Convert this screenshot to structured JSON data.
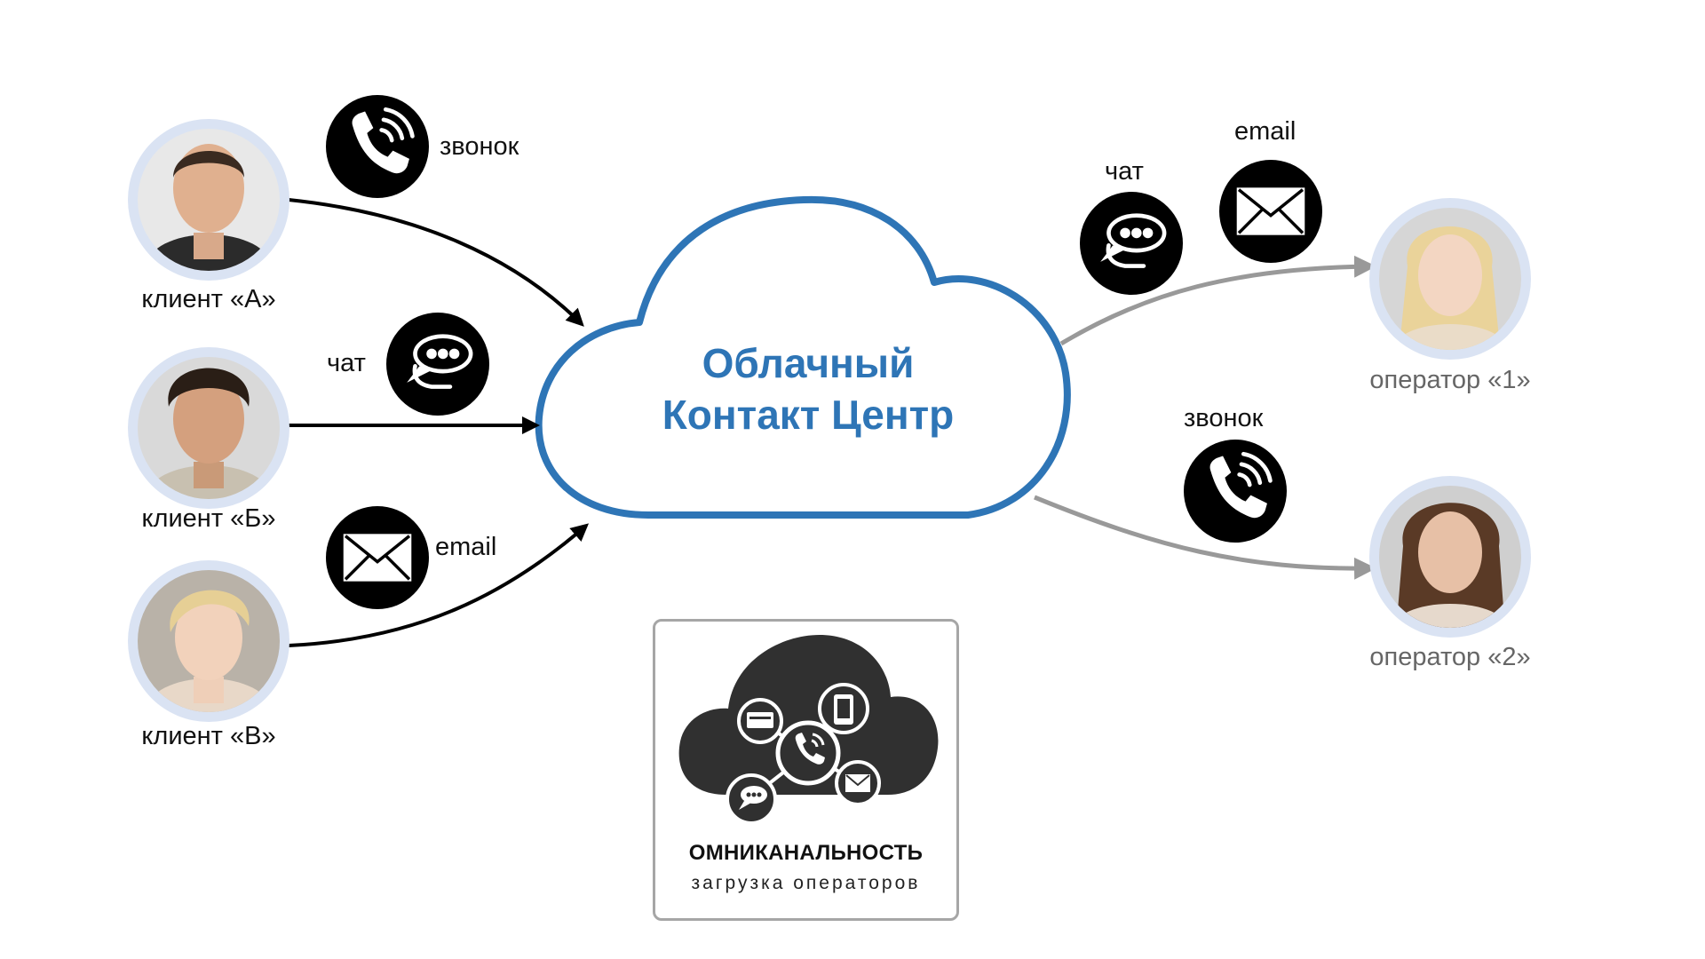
{
  "cloud": {
    "title_line1": "Облачный",
    "title_line2": "Контакт Центр",
    "stroke_color": "#2e75b6"
  },
  "clients": [
    {
      "label": "клиент «А»",
      "channel": "звонок",
      "channel_icon": "phone-icon"
    },
    {
      "label": "клиент «Б»",
      "channel": "чат",
      "channel_icon": "chat-icon"
    },
    {
      "label": "клиент «В»",
      "channel": "email",
      "channel_icon": "envelope-icon"
    }
  ],
  "operators": [
    {
      "label": "оператор «1»",
      "channels": [
        "чат",
        "email"
      ],
      "channel_icons": [
        "chat-icon",
        "envelope-icon"
      ]
    },
    {
      "label": "оператор «2»",
      "channels": [
        "звонок"
      ],
      "channel_icons": [
        "phone-icon"
      ]
    }
  ],
  "omni": {
    "title": "ОМНИКАНАЛЬНОСТЬ",
    "subtitle": "загрузка операторов",
    "icons": [
      "cloud-icon",
      "phone-icon",
      "chat-icon",
      "envelope-icon",
      "smartphone-icon",
      "browser-icon"
    ]
  },
  "colors": {
    "inbound_arrow": "#000000",
    "outbound_arrow": "#999999",
    "avatar_ring": "#dae3f3",
    "icon_fill": "#000000"
  }
}
